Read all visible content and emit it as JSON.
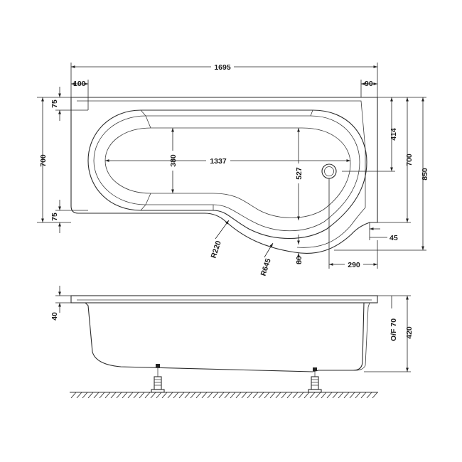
{
  "dimensions": {
    "overall_length": "1695",
    "left_rim": "100",
    "right_rim": "90",
    "left_top_rim": "75",
    "left_bottom_rim": "75",
    "overall_depth_left": "700",
    "inner_straight_width": "380",
    "inner_length": "1337",
    "inner_bowl_depth": "527",
    "bowl_depth": "414",
    "overall_depth_right": "700",
    "overall_depth_max": "850",
    "bulge_offset": "45",
    "bulge_width": "290",
    "lip": "80",
    "radius_small": "R220",
    "radius_large": "R645",
    "rim_height": "40",
    "overflow": "O/F 70",
    "height": "420"
  }
}
